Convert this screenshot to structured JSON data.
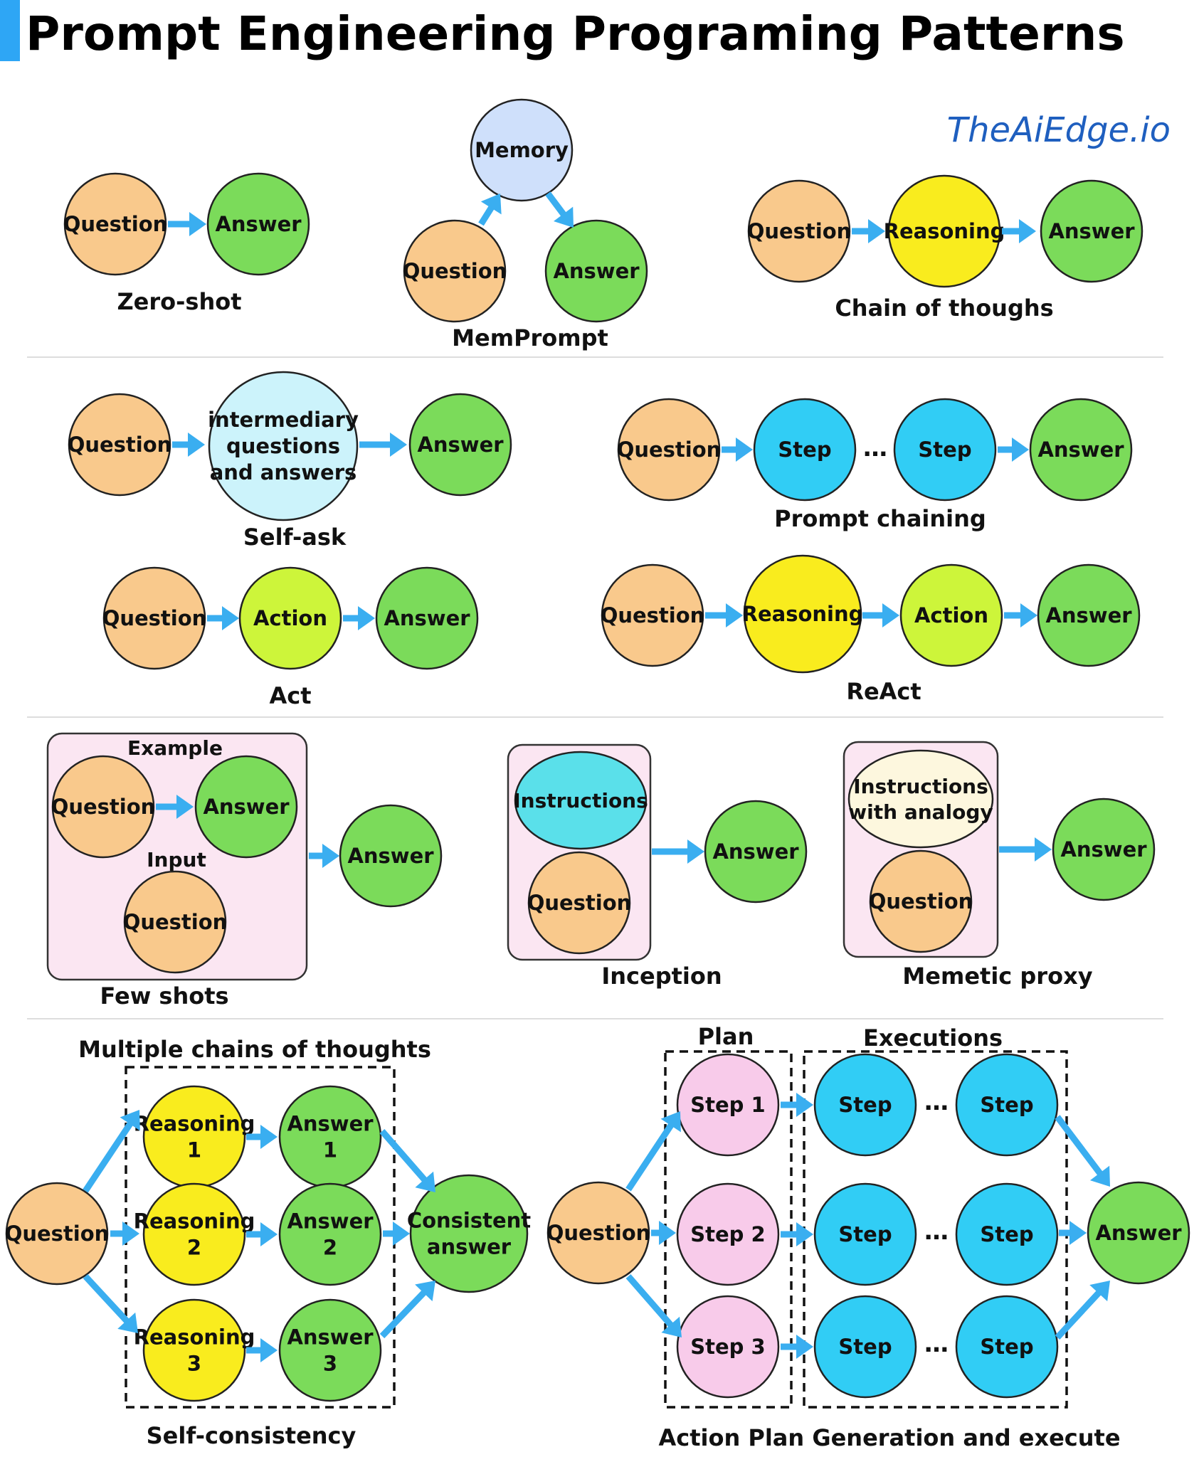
{
  "title": "Prompt Engineering Programing Patterns",
  "brand": "TheAiEdge.io",
  "ellipsis": "…",
  "colors": {
    "question": "#f9c98c",
    "answer": "#7bdb5a",
    "memory": "#cfe0fb",
    "reasoning": "#f9ec1e",
    "selfask": "#ccf3fb",
    "step": "#31cdf5",
    "action": "#cdf53a",
    "instructions": "#5ae0ea",
    "analogy": "#fdf7de",
    "plan_step": "#f8cbea",
    "panel": "#fbe6f2",
    "arrow": "#3aaef0",
    "divider": "#dddddd"
  },
  "labels": {
    "question": "Question",
    "answer": "Answer",
    "memory": "Memory",
    "reasoning": "Reasoning",
    "action": "Action",
    "step": "Step",
    "intermediary": [
      "intermediary",
      "questions",
      "and answers"
    ],
    "instructions": "Instructions",
    "analogy": [
      "Instructions",
      "with analogy"
    ],
    "example": "Example",
    "input": "Input",
    "plan": "Plan",
    "executions": "Executions",
    "consistent": [
      "Consistent",
      "answer"
    ],
    "reasoning_n": [
      [
        "Reasoning",
        "1"
      ],
      [
        "Reasoning",
        "2"
      ],
      [
        "Reasoning",
        "3"
      ]
    ],
    "answer_n": [
      [
        "Answer",
        "1"
      ],
      [
        "Answer",
        "2"
      ],
      [
        "Answer",
        "3"
      ]
    ],
    "plan_steps": [
      "Step 1",
      "Step 2",
      "Step 3"
    ]
  },
  "patterns": {
    "zero_shot": "Zero-shot",
    "memprompt": "MemPrompt",
    "chain_of_thoughts": "Chain of thoughs",
    "self_ask": "Self-ask",
    "prompt_chaining": "Prompt chaining",
    "act": "Act",
    "react": "ReAct",
    "few_shots": "Few shots",
    "inception": "Inception",
    "memetic_proxy": "Memetic proxy",
    "multiple_chains": "Multiple chains of thoughts",
    "self_consistency": "Self-consistency",
    "action_plan": "Action Plan Generation and execute"
  }
}
